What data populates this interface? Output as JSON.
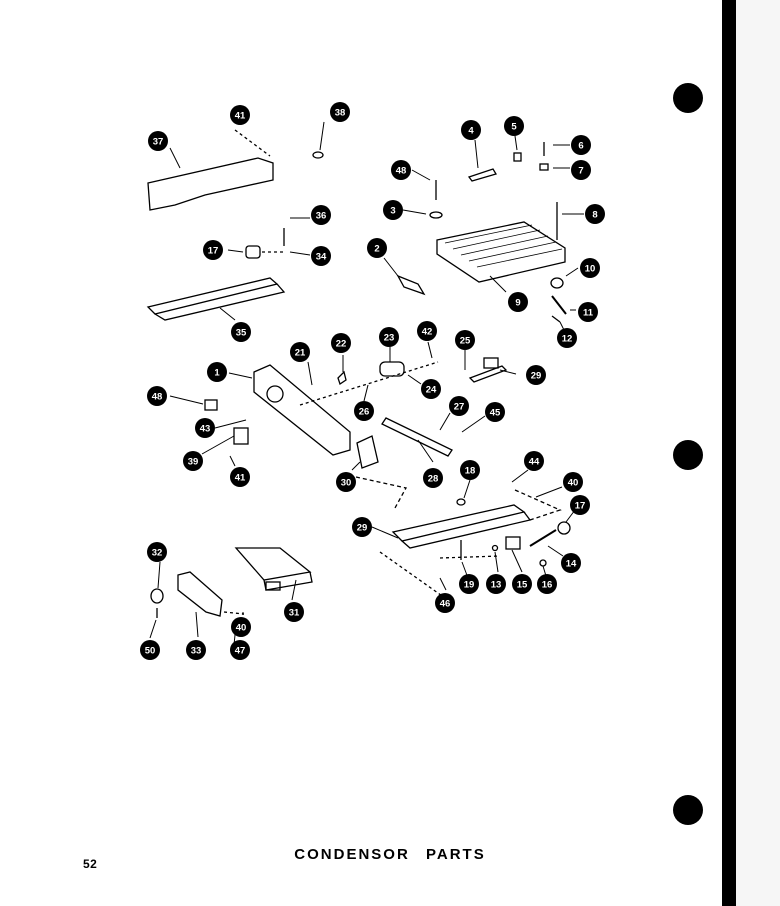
{
  "title": "CONDENSOR PARTS",
  "page_number": "52",
  "callouts": [
    "37",
    "41",
    "38",
    "4",
    "5",
    "6",
    "7",
    "48",
    "3",
    "8",
    "36",
    "17",
    "34",
    "2",
    "10",
    "9",
    "11",
    "12",
    "35",
    "1",
    "21",
    "22",
    "23",
    "42",
    "25",
    "29",
    "48",
    "24",
    "26",
    "27",
    "45",
    "43",
    "39",
    "41",
    "28",
    "30",
    "18",
    "44",
    "40",
    "17",
    "29",
    "14",
    "13",
    "15",
    "16",
    "19",
    "46",
    "32",
    "31",
    "33",
    "40",
    "47",
    "50"
  ]
}
